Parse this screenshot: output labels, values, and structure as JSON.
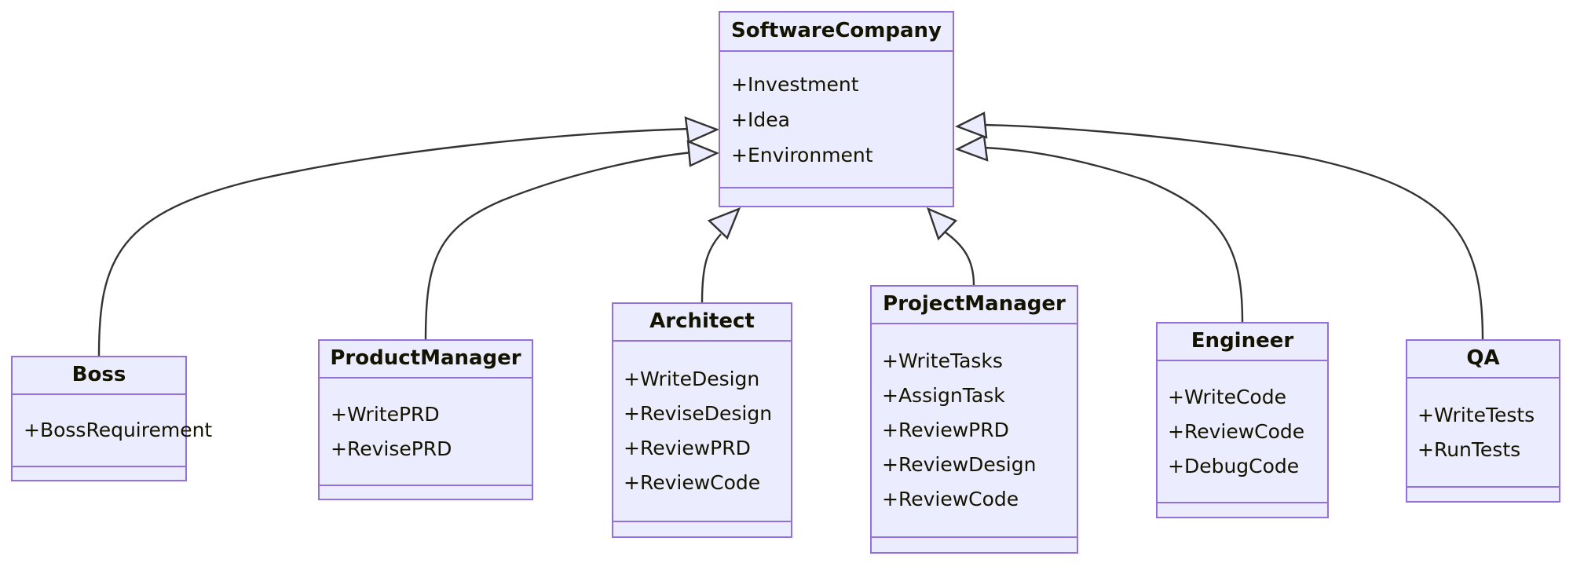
{
  "diagram": {
    "type": "uml-class-diagram",
    "colors": {
      "node_fill": "#ECECFF",
      "node_border": "#9370DB",
      "text": "#131300",
      "edge_stroke": "#333333",
      "arrow_fill": "#ECECFF",
      "background": "#FFFFFF"
    },
    "classes": [
      {
        "id": "softwarecompany",
        "name": "SoftwareCompany",
        "attributes": [
          "+Investment",
          "+Idea",
          "+Environment"
        ],
        "methods": []
      },
      {
        "id": "boss",
        "name": "Boss",
        "attributes": [
          "+BossRequirement"
        ],
        "methods": []
      },
      {
        "id": "productmanager",
        "name": "ProductManager",
        "attributes": [
          "+WritePRD",
          "+RevisePRD"
        ],
        "methods": []
      },
      {
        "id": "architect",
        "name": "Architect",
        "attributes": [
          "+WriteDesign",
          "+ReviseDesign",
          "+ReviewPRD",
          "+ReviewCode"
        ],
        "methods": []
      },
      {
        "id": "projectmanager",
        "name": "ProjectManager",
        "attributes": [
          "+WriteTasks",
          "+AssignTask",
          "+ReviewPRD",
          "+ReviewDesign",
          "+ReviewCode"
        ],
        "methods": []
      },
      {
        "id": "engineer",
        "name": "Engineer",
        "attributes": [
          "+WriteCode",
          "+ReviewCode",
          "+DebugCode"
        ],
        "methods": []
      },
      {
        "id": "qa",
        "name": "QA",
        "attributes": [
          "+WriteTests",
          "+RunTests"
        ],
        "methods": []
      }
    ],
    "relationships": [
      {
        "type": "generalization",
        "from": "boss",
        "to": "softwarecompany"
      },
      {
        "type": "generalization",
        "from": "productmanager",
        "to": "softwarecompany"
      },
      {
        "type": "generalization",
        "from": "architect",
        "to": "softwarecompany"
      },
      {
        "type": "generalization",
        "from": "projectmanager",
        "to": "softwarecompany"
      },
      {
        "type": "generalization",
        "from": "engineer",
        "to": "softwarecompany"
      },
      {
        "type": "generalization",
        "from": "qa",
        "to": "softwarecompany"
      }
    ]
  }
}
